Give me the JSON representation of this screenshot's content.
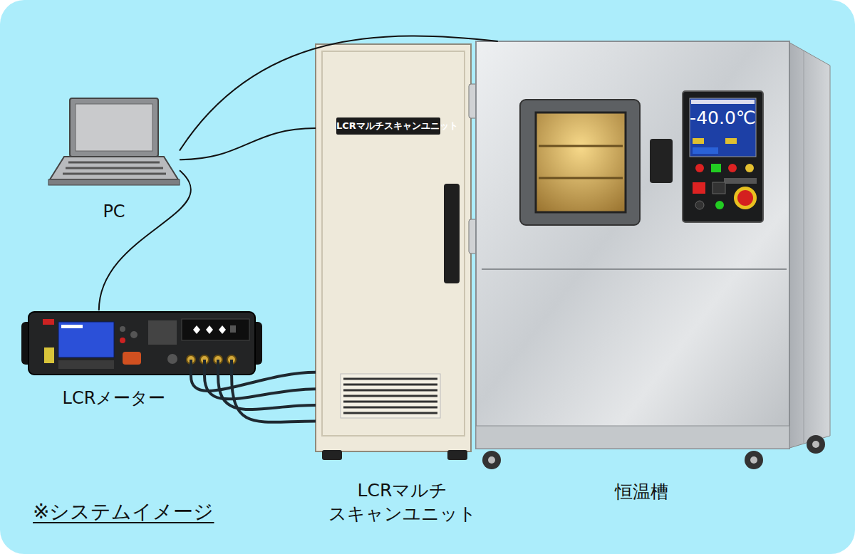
{
  "diagram": {
    "nodes": [
      {
        "text": [
          "PC"
        ]
      },
      {
        "text": [
          "LCRメーター"
        ]
      },
      {
        "text": [
          "LCRマルチスキャンユニット",
          "LCRマルチ スキャンユニット"
        ]
      },
      {
        "text": [
          "-40.0℃",
          "恒温槽"
        ]
      }
    ],
    "edges": [
      {
        "from": 0,
        "to": 2,
        "arrow": "none"
      },
      {
        "from": 0,
        "to": 3,
        "arrow": "none"
      },
      {
        "from": 0,
        "to": 1,
        "arrow": "none"
      },
      {
        "from": 1,
        "to": 2,
        "arrow": "none"
      },
      {
        "from": 1,
        "to": 2,
        "arrow": "none"
      },
      {
        "from": 1,
        "to": 2,
        "arrow": "none"
      },
      {
        "from": 1,
        "to": 2,
        "arrow": "none"
      }
    ],
    "labels": [
      "※システムイメージ"
    ]
  }
}
